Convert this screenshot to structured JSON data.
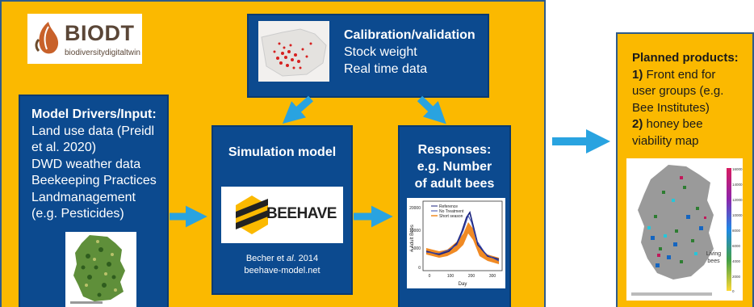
{
  "logo": {
    "text": "BIODT",
    "subtext": "biodiversitydigitaltwin"
  },
  "calibration": {
    "title": "Calibration/validation",
    "lines": [
      "Stock weight",
      "Real time data"
    ]
  },
  "drivers": {
    "title": "Model Drivers/Input:",
    "lines": [
      "Land use data (Preidl",
      "et al. 2020)",
      "DWD weather data",
      "Beekeeping Practices",
      "Landmanagement",
      "(e.g. Pesticides)"
    ]
  },
  "simulation": {
    "title": "Simulation model",
    "logo_text": "BEEHAVE",
    "citation_prefix": "Becher et ",
    "citation_italic": "al",
    "citation_suffix": ". 2014",
    "website": "beehave-model.net"
  },
  "responses": {
    "lines": [
      "Responses:",
      "e.g. Number",
      "of adult bees"
    ],
    "plot": {
      "ylabel": "# Adult Bees",
      "xlabel": "Day",
      "legend": [
        "Reference",
        "No Treatment",
        "Short season"
      ],
      "yticks": [
        "0",
        "5000",
        "10000",
        "20000"
      ],
      "xticks": [
        "0",
        "100",
        "200",
        "300"
      ]
    }
  },
  "products": {
    "title": "Planned products:",
    "item1_num": "1)",
    "item1_lines": [
      " Front end for",
      "user groups (e.g.",
      "Bee Institutes)"
    ],
    "item2_num": "2)",
    "item2_lines": [
      " honey bee",
      "viability map"
    ]
  },
  "map_legend": {
    "ticks": [
      "16000",
      "14000",
      "12000",
      "10000",
      "8000",
      "6000",
      "4000",
      "2000",
      "0"
    ],
    "label_lines": [
      "Living",
      "bees"
    ]
  },
  "colors": {
    "panel_yellow": "#fbb900",
    "box_blue": "#0c4a8f",
    "arrow_blue": "#29a3e0"
  }
}
